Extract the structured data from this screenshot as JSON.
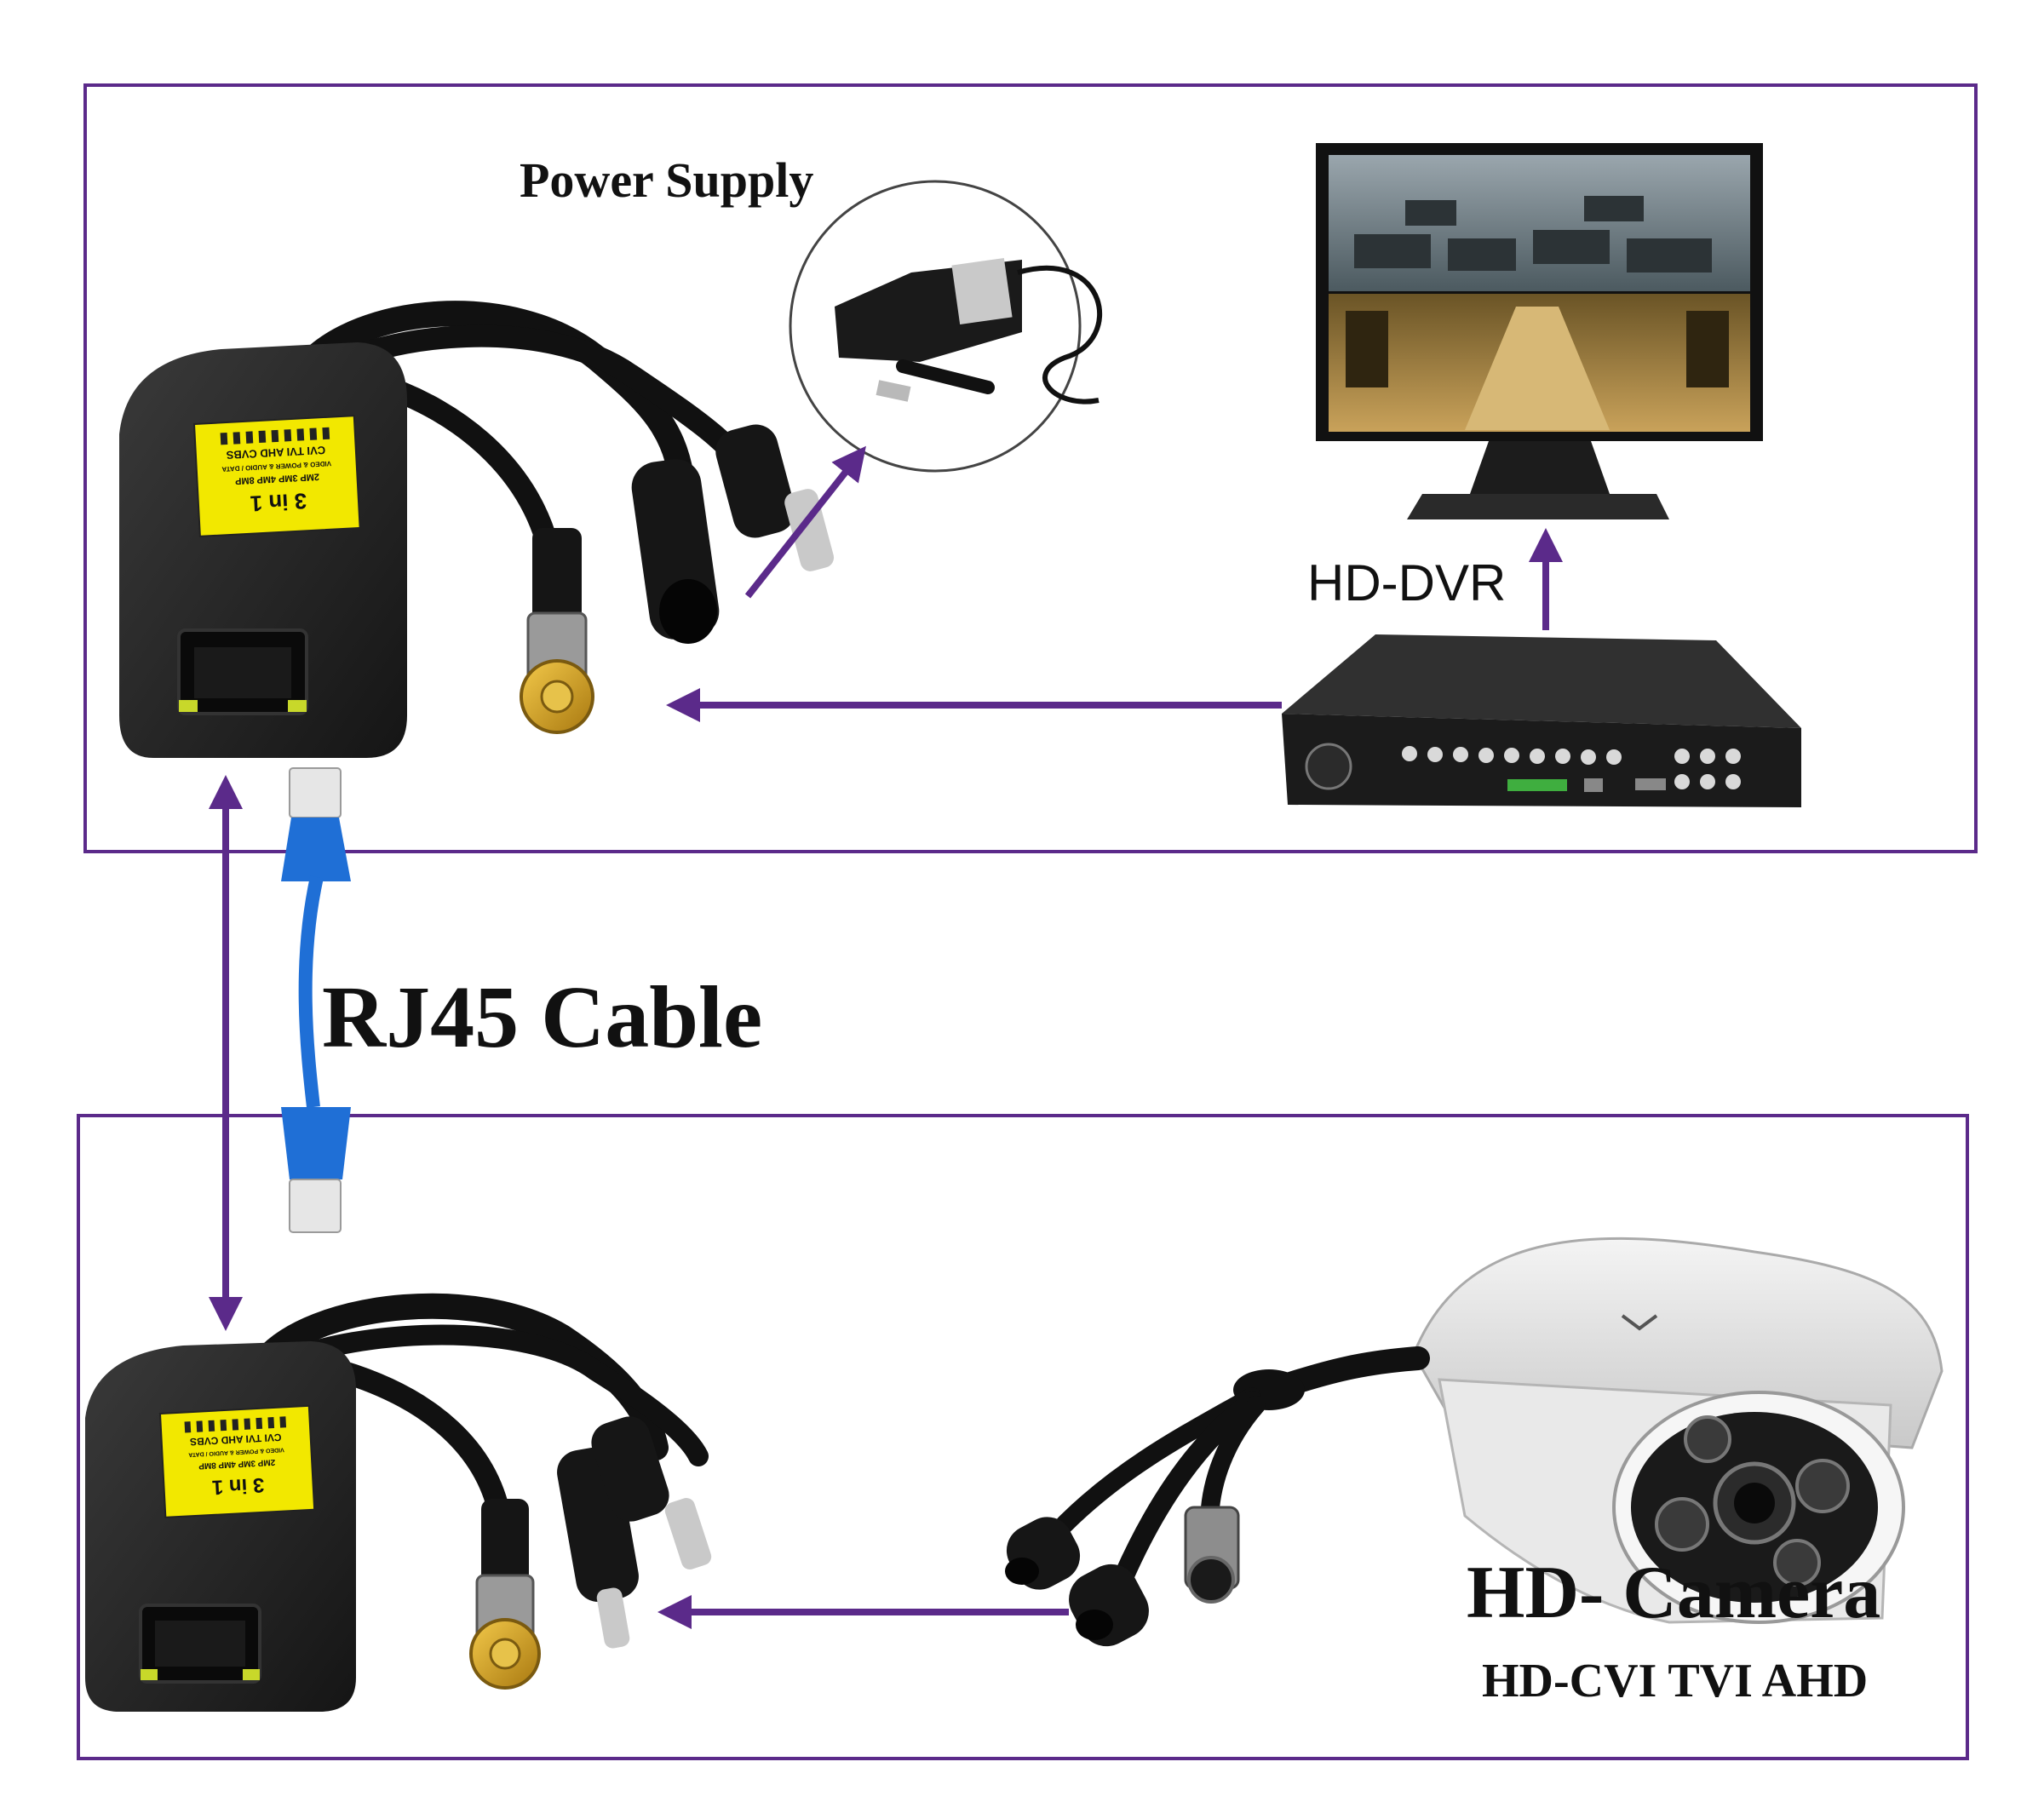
{
  "labels": {
    "power_supply": "Power Supply",
    "hd_dvr": "HD-DVR",
    "rj45_cable": "RJ45 Cable",
    "hd_camera": "HD- Camera",
    "camera_standards": "HD-CVI TVI AHD"
  },
  "balun_label": {
    "title": "3 in 1",
    "line1": "CVI TVI AHD CVBS",
    "line2": "2MP 3MP 4MP 8MP",
    "line3": "VIDEO & POWER & AUDIO / DATA"
  },
  "colors": {
    "frame": "#5b2a8a",
    "arrow": "#5b2a8a",
    "device_body": "#1e1e1e",
    "label_yellow": "#f2e800",
    "cable_blue": "#1f6fd6",
    "connector_gold": "#d6a520"
  }
}
